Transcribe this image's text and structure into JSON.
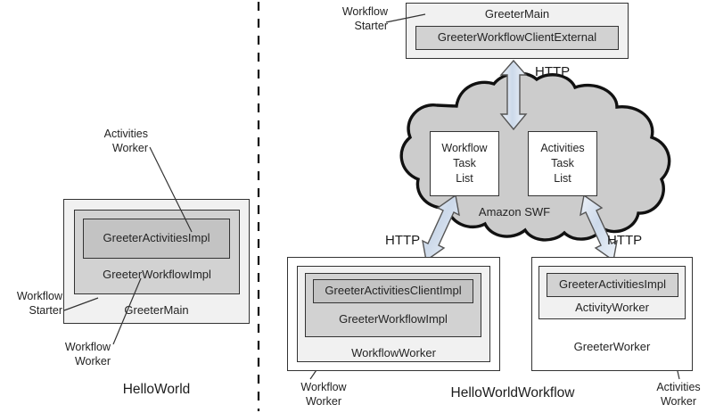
{
  "diagram": {
    "title_left": "HelloWorld",
    "title_right": "HelloWorldWorkflow",
    "divider": "dashed-vertical-divider"
  },
  "left_panel": {
    "outer_box": "GreeterMain",
    "middle_box": "GreeterWorkflowImpl",
    "inner_box": "GreeterActivitiesImpl",
    "annotations": {
      "activities_worker": "Activities\nWorker",
      "workflow_starter": "Workflow\nStarter",
      "workflow_worker": "Workflow\nWorker"
    },
    "caption": "HelloWorld"
  },
  "right_panel": {
    "starter": {
      "outer_box": "GreeterMain",
      "inner_box": "GreeterWorkflowClientExternal",
      "annotation": "Workflow\nStarter"
    },
    "cloud": {
      "label": "Amazon SWF",
      "task_lists": [
        "Workflow\nTask\nList",
        "Activities\nTask\nList"
      ]
    },
    "workflow_worker": {
      "outer_box": "",
      "mid_box": "WorkflowWorker",
      "inner_box": "GreeterWorkflowImpl",
      "innermost_box": "GreeterActivitiesClientImpl",
      "annotation": "Workflow\nWorker"
    },
    "activities_worker": {
      "outer_box": "GreeterWorker",
      "mid_box": "ActivityWorker",
      "inner_box": "GreeterActivitiesImpl",
      "annotation": "Activities\nWorker"
    },
    "connections": [
      {
        "name": "http-top",
        "label": "HTTP",
        "direction": "bidirectional"
      },
      {
        "name": "http-left",
        "label": "HTTP",
        "direction": "bidirectional"
      },
      {
        "name": "http-right",
        "label": "HTTP",
        "direction": "bidirectional"
      }
    ],
    "caption": "HelloWorldWorkflow"
  },
  "colors": {
    "stroke": "#333333",
    "fill_white": "#ffffff",
    "fill_very_light": "#f1f1f1",
    "fill_light": "#d2d2d2",
    "fill_mid": "#c3c3c3",
    "cloud_fill": "#cccccc",
    "arrow_fill": "#dde5f0"
  }
}
